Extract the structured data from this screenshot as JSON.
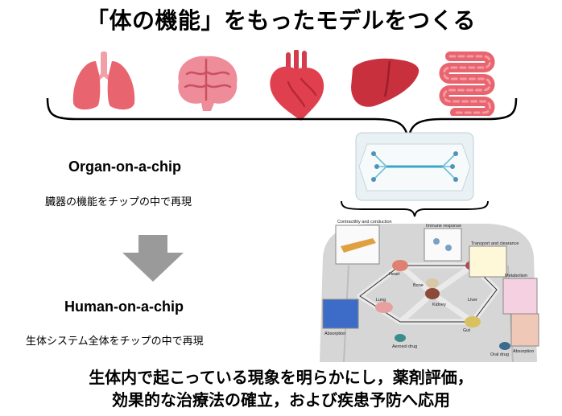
{
  "title": "「体の機能」をもったモデルをつくる",
  "organ_icons": [
    "lungs-icon",
    "brain-icon",
    "heart-icon",
    "liver-icon",
    "intestine-icon"
  ],
  "organ_color": "#e8646e",
  "organ_on_chip": {
    "heading": "Organ-on-a-chip",
    "description": "臓器の機能をチップの中で再現"
  },
  "human_on_chip": {
    "heading": "Human-on-a-chip",
    "description": "生体システム全体をチップの中で再現"
  },
  "figure_labels": {
    "contractility": "Contractility and conduction",
    "immune": "Immune response",
    "transport": "Transport and clearance",
    "metabolism": "Metabolism",
    "heart": "Heart",
    "bone": "Bone",
    "kidney": "Kidney",
    "lung": "Lung",
    "liver": "Liver",
    "gut": "Gut",
    "absorption_left": "Absorption",
    "aerosol": "Aerosol drug",
    "oral": "Oral drug",
    "absorption_right": "Absorption"
  },
  "conclusion": {
    "line1": "生体内で起こっている現象を明らかにし，薬剤評価，",
    "line2": "効果的な治療法の確立，および疾患予防へ応用"
  }
}
